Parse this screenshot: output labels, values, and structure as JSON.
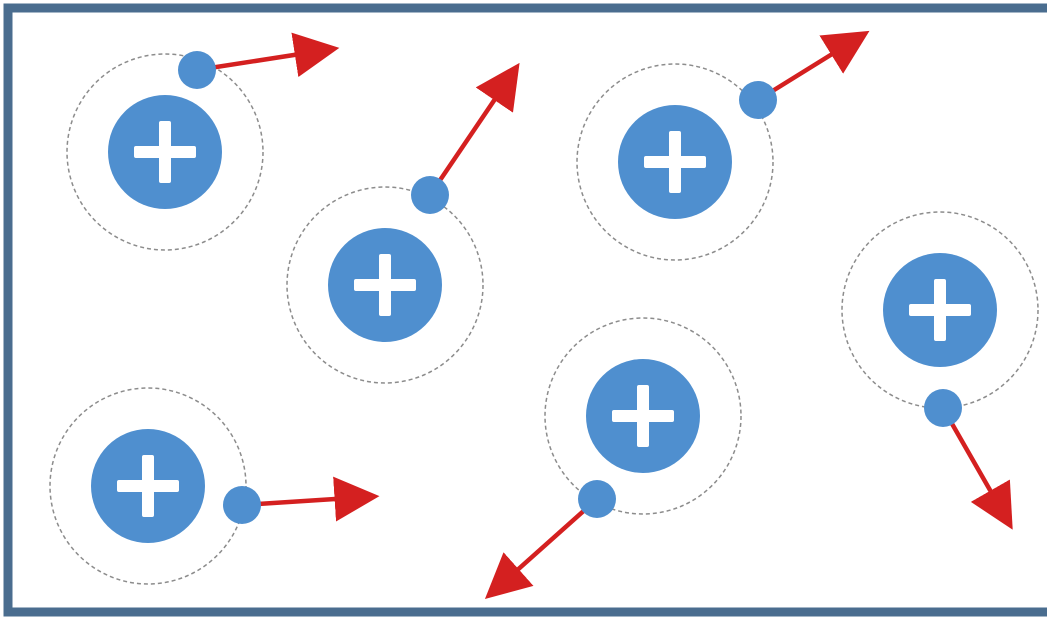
{
  "colors": {
    "frame": "#4a6d8f",
    "nucleus": "#4f8fcf",
    "electron": "#4f8fcf",
    "plus_sign": "#ffffff",
    "orbit": "#8c8c8c",
    "velocity_arrow": "#d42020",
    "background": "#ffffff"
  },
  "diagram": {
    "atom_count": 6,
    "atoms": [
      {
        "nucleus_symbol": "+",
        "electron_count": 1,
        "arrow_direction": "right"
      },
      {
        "nucleus_symbol": "+",
        "electron_count": 1,
        "arrow_direction": "up-right"
      },
      {
        "nucleus_symbol": "+",
        "electron_count": 1,
        "arrow_direction": "up-right"
      },
      {
        "nucleus_symbol": "+",
        "electron_count": 1,
        "arrow_direction": "down-right"
      },
      {
        "nucleus_symbol": "+",
        "electron_count": 1,
        "arrow_direction": "right"
      },
      {
        "nucleus_symbol": "+",
        "electron_count": 1,
        "arrow_direction": "down-left"
      }
    ]
  }
}
